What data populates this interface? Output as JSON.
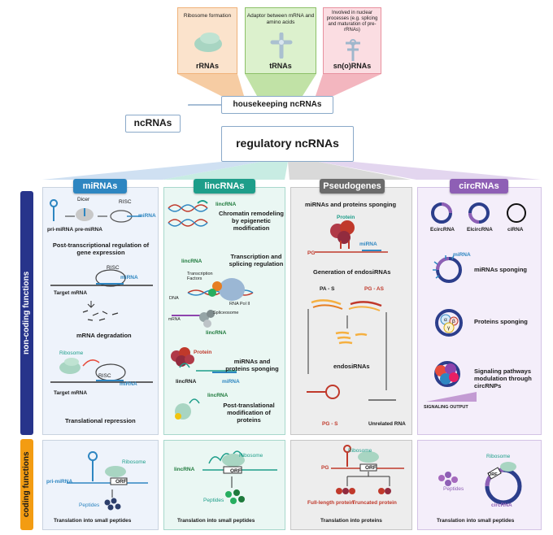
{
  "top_boxes": {
    "rrnas": {
      "description": "Ribosome formation",
      "label": "rRNAs",
      "color": "#f4c9a0"
    },
    "trnas": {
      "description": "Adaptor between mRNA and amino acids",
      "label": "tRNAs",
      "color": "#c9e8b0"
    },
    "snornas": {
      "description": "Involved in nuclear processes (e.g. splicing and maturation of pre-rRNAs)",
      "label": "sn(o)RNAs",
      "color": "#f6c4cc"
    }
  },
  "hierarchy": {
    "root": "ncRNAs",
    "housekeeping": "housekeeping ncRNAs",
    "regulatory": "regulatory ncRNAs"
  },
  "side_labels": {
    "non_coding": "non-coding functions",
    "coding": "coding functions"
  },
  "columns": {
    "mirnas": {
      "header": "miRNAs",
      "color": "#2e86c1",
      "dicer": "Dicer",
      "risc_top": "RISC",
      "pri": "pri-miRNA",
      "pre": "pre-miRNA",
      "mirna_top": "miRNA",
      "section1": "Post-transcriptional regulation of gene expression",
      "risc2": "RISC",
      "mirna2": "miRNA",
      "target1": "Target mRNA",
      "degradation": "mRNA degradation",
      "ribosome": "Ribosome",
      "risc3": "RISC",
      "mirna3": "miRNA",
      "target2": "Target mRNA",
      "repression": "Translational repression",
      "coding": {
        "ribosome": "Ribosome",
        "orf": "ORF",
        "pri": "pri-miRNA",
        "peptides": "Peptides",
        "caption": "Translation into small peptides"
      }
    },
    "lincrnas": {
      "header": "lincRNAs",
      "color": "#1e9e8a",
      "linc1": "lincRNA",
      "f1": "Chromatin remodeling by epigenetic modification",
      "linc2": "lincRNA",
      "tf": "Transcription Factors",
      "f2": "Transcription and splicing regulation",
      "dna": "DNA",
      "polii": "RNA Pol II",
      "mrna": "mRNA",
      "spliceosome": "Spliceosome",
      "linc3": "lincRNA",
      "protein": "Protein",
      "f3": "miRNAs and proteins sponging",
      "linc4": "lincRNA",
      "mirna": "miRNA",
      "linc5": "lincRNA",
      "f4": "Post-translational modification of proteins",
      "coding": {
        "lincrna": "lincRNA",
        "ribosome": "Ribosome",
        "orf": "ORF",
        "peptides": "Peptides",
        "caption": "Translation into small peptides"
      }
    },
    "pseudogenes": {
      "header": "Pseudogenes",
      "color": "#6b6b6b",
      "f1": "miRNAs and proteins sponging",
      "protein": "Protein",
      "mirna": "miRNA",
      "pg1": "PG",
      "f2": "Generation of endosiRNAs",
      "pas": "PA - S",
      "pgas": "PG - AS",
      "endosi": "endosiRNAs",
      "pgs": "PG - S",
      "unrelated": "Unrelated RNA",
      "coding": {
        "ribosome": "Ribosome",
        "pg": "PG",
        "orf": "ORF",
        "full": "Full-length protein",
        "truncated": "Truncated protein",
        "caption": "Translation into proteins"
      }
    },
    "circrnas": {
      "header": "circRNAs",
      "color": "#8e5fb5",
      "ecirc": "EcircRNA",
      "elcirc": "ElcircRNA",
      "ci": "ciRNA",
      "mirna": "miRNA",
      "f1": "miRNAs sponging",
      "alpha": "α",
      "beta": "β",
      "gamma": "γ",
      "f2": "Proteins sponging",
      "f3": "Signaling pathways modulation through circRNPs",
      "signaling": "SIGNALING OUTPUT",
      "coding": {
        "ribosome": "Ribosome",
        "orf": "ORF",
        "peptides": "Peptides",
        "circ": "circRNA",
        "caption": "Translation into small peptides"
      }
    }
  }
}
